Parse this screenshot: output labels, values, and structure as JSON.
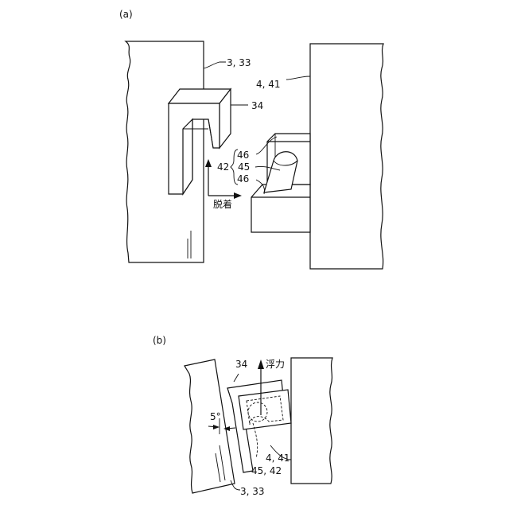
{
  "figure_a": {
    "panel_label": "(a)",
    "labels": {
      "ref_3_33": "3, 33",
      "ref_4_41": "4, 41",
      "ref_34": "34",
      "ref_46_top": "46",
      "ref_42": "42",
      "ref_45": "45",
      "ref_46_bottom": "46",
      "detach": "脱着"
    }
  },
  "figure_b": {
    "panel_label": "(b)",
    "labels": {
      "ref_34": "34",
      "buoyancy": "浮力",
      "angle": "5°",
      "ref_4_41": "4, 41",
      "ref_45_42": "45, 42",
      "ref_3_33": "3, 33"
    }
  }
}
